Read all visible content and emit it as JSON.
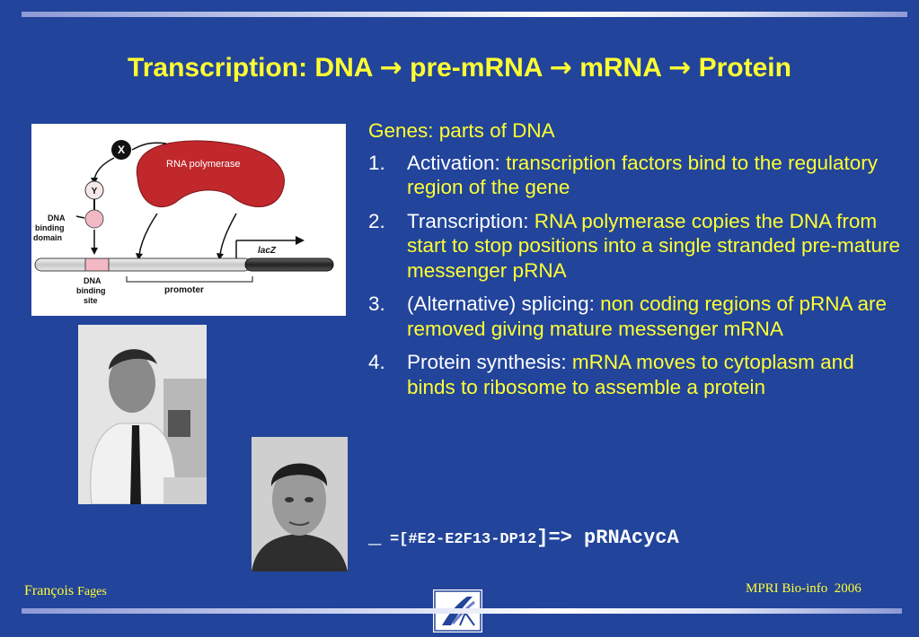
{
  "title": {
    "part1": "Transcription: DNA",
    "part2": "pre-mRNA",
    "part3": "mRNA",
    "part4": "Protein",
    "arrow": "→"
  },
  "diagram": {
    "x_label": "X",
    "y_label": "Y",
    "rna_polymerase": "RNA polymerase",
    "lacz": "lacZ",
    "dna_binding_domain": [
      "DNA",
      "binding",
      "domain"
    ],
    "dna_binding_site": [
      "DNA",
      "binding",
      "site"
    ],
    "promoter": "promoter"
  },
  "content": {
    "intro": "Genes: parts of DNA",
    "items": [
      {
        "num": "1.",
        "label": "Activation:",
        "desc": " transcription factors bind to the regulatory region of the gene"
      },
      {
        "num": "2.",
        "label": "Transcription:",
        "desc": " RNA polymerase copies the DNA from start to stop positions into a single stranded pre-mature messenger pRNA"
      },
      {
        "num": "3.",
        "label": "(Alternative) splicing:",
        "desc": " non coding regions of pRNA are removed giving mature messenger mRNA"
      },
      {
        "num": "4.",
        "label": "Protein synthesis:",
        "desc": " mRNA moves to cytoplasm and binds to ribosome to assemble a protein"
      }
    ]
  },
  "code": {
    "underscore": "_",
    "small": "=[#E2-E2F13-DP12",
    "big": "]=> pRNAcycA"
  },
  "footer": {
    "author_first": "François",
    "author_last": "Fages",
    "course": "MPRI Bio-info  2006"
  },
  "colors": {
    "background": "#22449a",
    "title": "#ffff33",
    "label": "#ffffff",
    "highlight": "#ffff33",
    "rna_polymerase": "#c0282c"
  }
}
